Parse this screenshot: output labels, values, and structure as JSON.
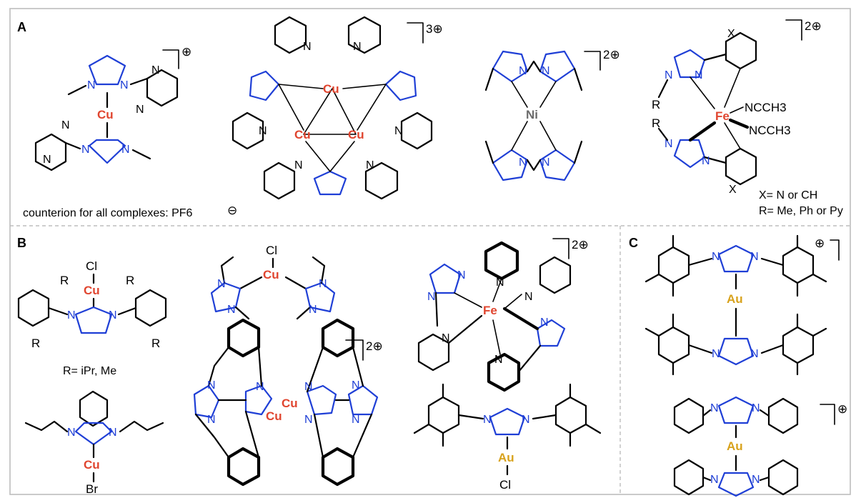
{
  "panels": {
    "a": "A",
    "b": "B",
    "c": "C"
  },
  "metals": {
    "cu": "Cu",
    "fe": "Fe",
    "ni": "Ni",
    "au": "Au"
  },
  "atoms": {
    "n": "N",
    "cl": "Cl",
    "br": "Br",
    "x": "X"
  },
  "ligands": {
    "ncch3": "NCCH3"
  },
  "charges": {
    "plus": "⊕",
    "two_plus": "2⊕",
    "three_plus": "3⊕"
  },
  "notes": {
    "counterion": "counterion for all complexes: PF6",
    "counterion_charge": "⊖",
    "x_def": "X= N or CH",
    "r_def_a": "R= Me, Ph or Py",
    "r_def_b": "R= iPr, Me",
    "r": "R"
  },
  "colors": {
    "carbene_ring": "#1f3fd6",
    "copper_iron": "#e0452f",
    "nickel": "#6b6b6b",
    "gold": "#d8a21c"
  }
}
